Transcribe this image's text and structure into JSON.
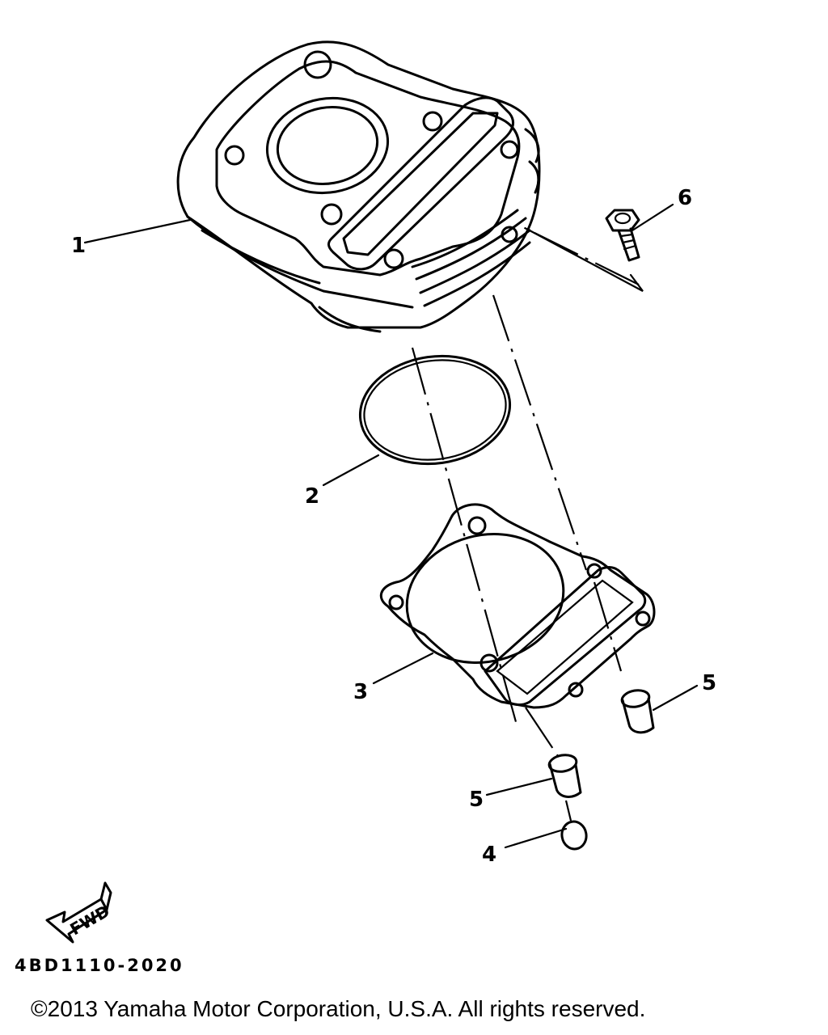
{
  "diagram": {
    "callouts": [
      {
        "id": "callout-1",
        "label": "1"
      },
      {
        "id": "callout-2",
        "label": "2"
      },
      {
        "id": "callout-3",
        "label": "3"
      },
      {
        "id": "callout-4",
        "label": "4"
      },
      {
        "id": "callout-5a",
        "label": "5"
      },
      {
        "id": "callout-5b",
        "label": "5"
      },
      {
        "id": "callout-6",
        "label": "6"
      }
    ],
    "fwd_label": "FWD",
    "part_code": "4BD1110-2020",
    "copyright": "©2013 Yamaha Motor Corporation, U.S.A. All rights reserved."
  }
}
